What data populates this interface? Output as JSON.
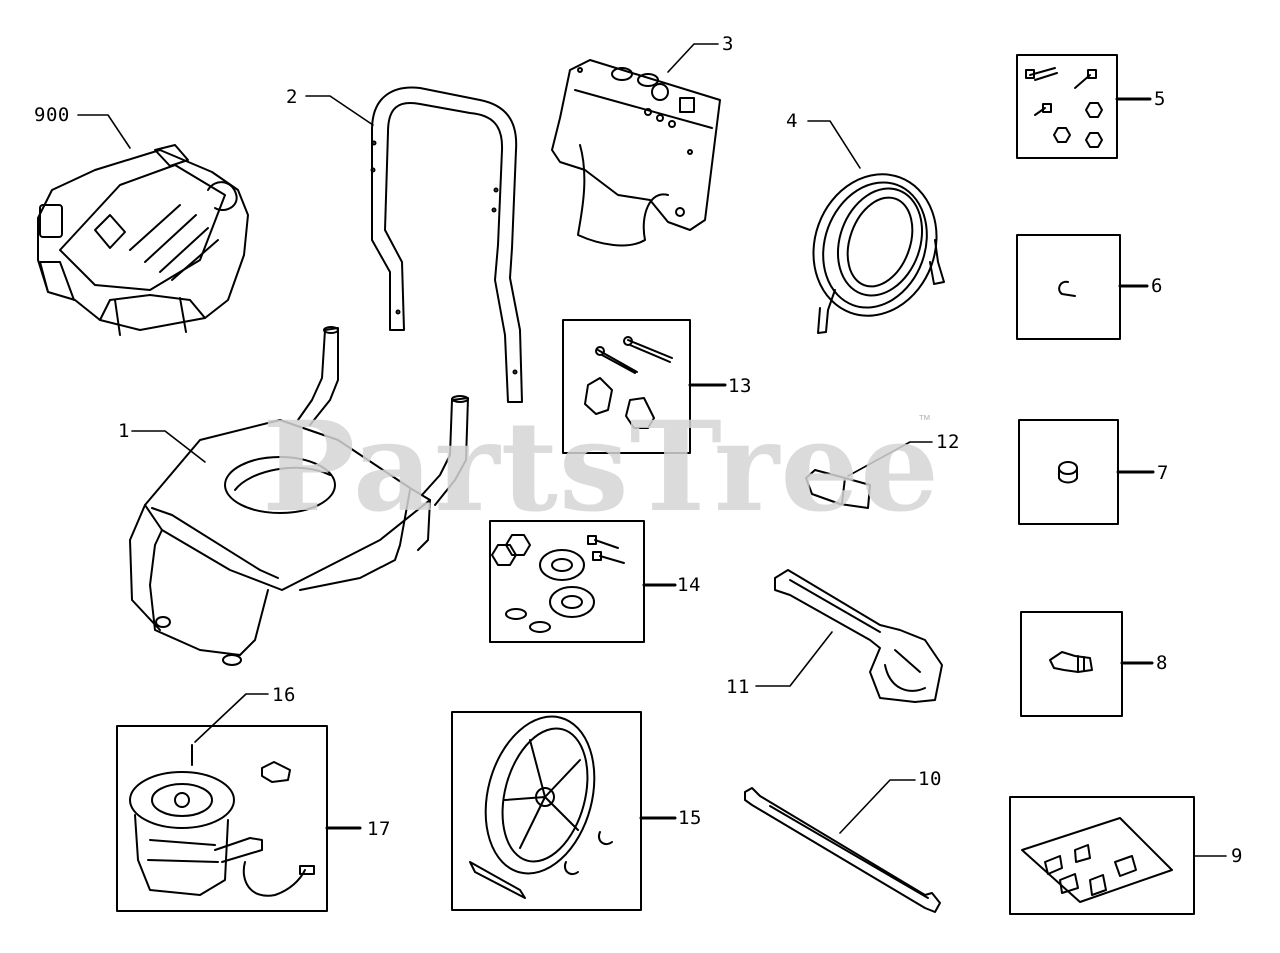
{
  "watermark": {
    "text": "PartsTree",
    "trademark": "™"
  },
  "callouts": {
    "p900": "900",
    "p1": "1",
    "p2": "2",
    "p3": "3",
    "p4": "4",
    "p5": "5",
    "p6": "6",
    "p7": "7",
    "p8": "8",
    "p9": "9",
    "p10": "10",
    "p11": "11",
    "p12": "12",
    "p13": "13",
    "p14": "14",
    "p15": "15",
    "p16": "16",
    "p17": "17"
  },
  "colors": {
    "line": "#000000",
    "background": "#ffffff",
    "watermark": "#d5d5d5"
  }
}
